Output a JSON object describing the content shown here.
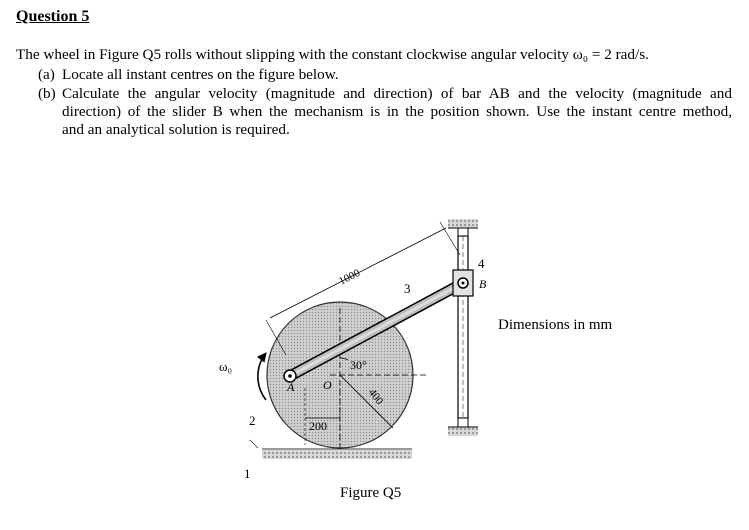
{
  "question": {
    "title": "Question 5",
    "intro": "The wheel in Figure Q5 rolls without slipping with the constant clockwise angular velocity ω₀ = 2 rad/s.",
    "part_a": {
      "label": "(a)",
      "text": "Locate all instant centres on the figure below."
    },
    "part_b": {
      "label": "(b)",
      "line1": "Calculate the angular velocity (magnitude and direction) of bar AB and the velocity (magnitude and",
      "line2": "direction) of the slider B when the mechanism is in the position shown. Use the instant centre method,",
      "line3": "and an analytical solution is required."
    }
  },
  "figure": {
    "caption": "Figure Q5",
    "dimensions_note": "Dimensions in mm",
    "labels": {
      "dim_1000": "1000",
      "dim_400": "400",
      "dim_200": "200",
      "angle": "30°",
      "omega": "ω₀",
      "point_A": "A",
      "point_O": "O",
      "point_B": "B",
      "link_1": "1",
      "link_2": "2",
      "link_3": "3",
      "link_4": "4"
    }
  }
}
